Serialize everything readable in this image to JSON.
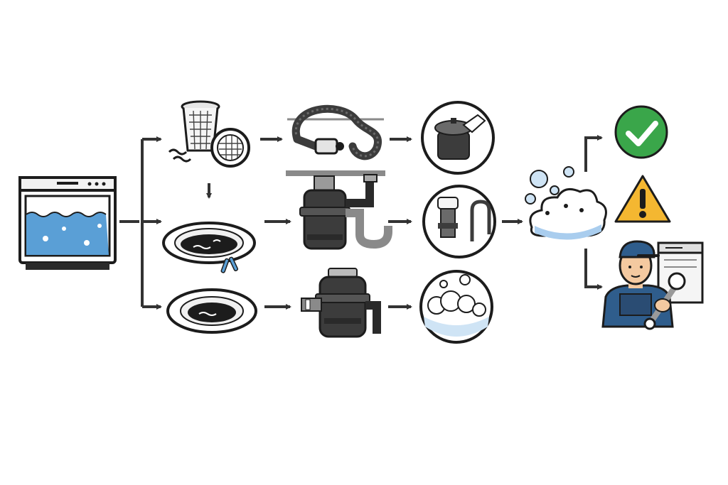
{
  "diagram": {
    "nodes": [
      {
        "id": "dishwasher",
        "icon": "dishwasher-standing-water-icon"
      },
      {
        "id": "filter",
        "icon": "filter-basket-icon"
      },
      {
        "id": "drain-clog",
        "icon": "drain-clog-icon"
      },
      {
        "id": "sink-drain",
        "icon": "sink-drain-icon"
      },
      {
        "id": "drain-hose",
        "icon": "drain-hose-icon"
      },
      {
        "id": "disposal-pipes",
        "icon": "garbage-disposal-pipes-icon"
      },
      {
        "id": "disposal-knockout",
        "icon": "garbage-disposal-knockout-plug-icon"
      },
      {
        "id": "check-valve",
        "icon": "check-valve-icon"
      },
      {
        "id": "air-gap",
        "icon": "air-gap-icon"
      },
      {
        "id": "suds",
        "icon": "suds-water-icon"
      },
      {
        "id": "foam",
        "icon": "foam-icon"
      },
      {
        "id": "resolved",
        "icon": "checkmark-icon"
      },
      {
        "id": "warning",
        "icon": "warning-icon"
      },
      {
        "id": "technician",
        "icon": "technician-repair-icon"
      }
    ],
    "colors": {
      "outline": "#1c1c1c",
      "water": "#5a9fd6",
      "water_light": "#cfe4f5",
      "dark_part": "#3c3c3c",
      "mid_gray": "#8a8a8a",
      "success": "#3aa64a",
      "warning": "#f4b731",
      "uniform": "#2f5d8c",
      "skin": "#f4c9a0",
      "arrow": "#333333"
    }
  }
}
